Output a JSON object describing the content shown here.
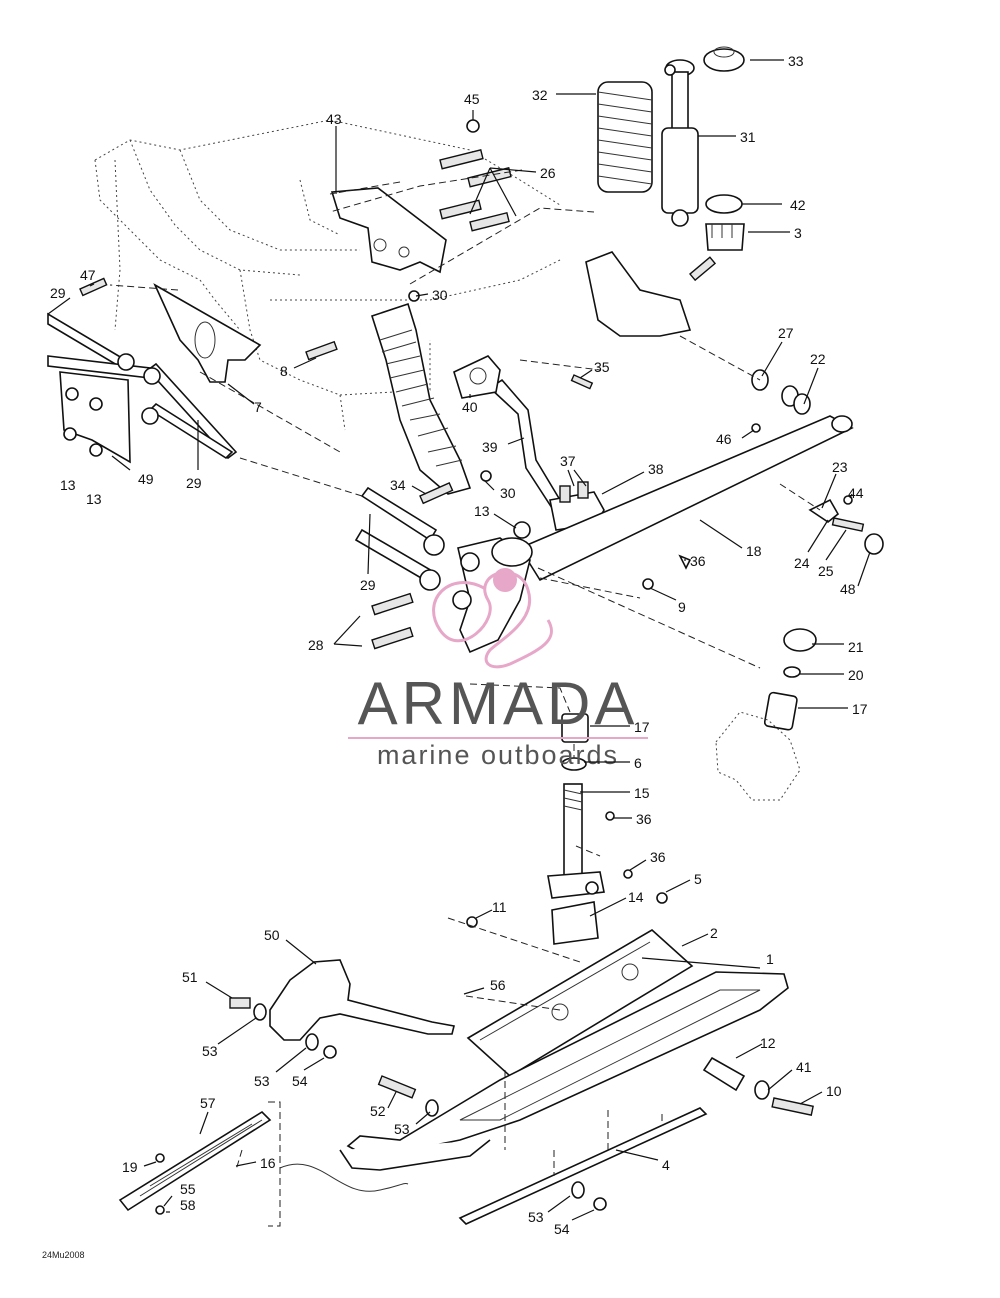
{
  "watermark": {
    "brand": "ARMADA",
    "tagline": "marine outboards",
    "accent_color": "#e7a7c8",
    "text_color": "#555555"
  },
  "diagram_code": "24Mu2008",
  "callouts": [
    "1",
    "2",
    "3",
    "4",
    "5",
    "6",
    "7",
    "8",
    "9",
    "10",
    "11",
    "12",
    "13",
    "14",
    "15",
    "16",
    "17",
    "18",
    "19",
    "20",
    "21",
    "22",
    "23",
    "24",
    "25",
    "26",
    "27",
    "28",
    "29",
    "30",
    "31",
    "32",
    "33",
    "34",
    "35",
    "36",
    "37",
    "38",
    "39",
    "40",
    "41",
    "42",
    "43",
    "44",
    "45",
    "46",
    "47",
    "48",
    "49",
    "50",
    "51",
    "52",
    "53",
    "54",
    "55",
    "56",
    "57",
    "58"
  ]
}
